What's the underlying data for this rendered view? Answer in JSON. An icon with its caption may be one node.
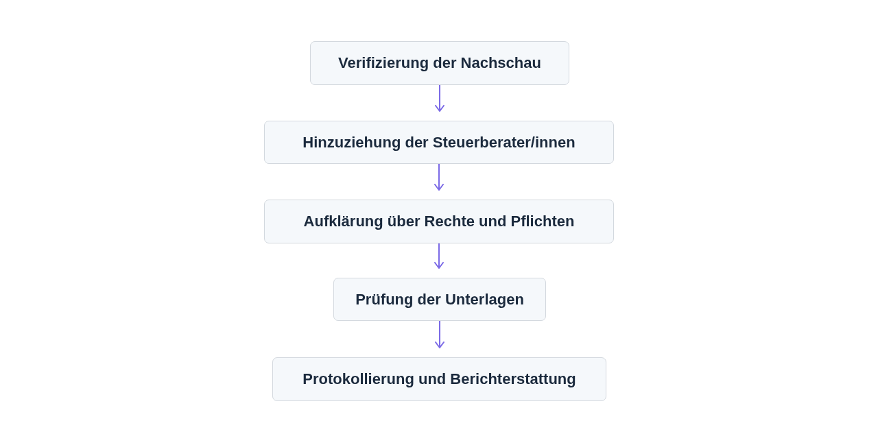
{
  "diagram": {
    "nodes": [
      {
        "text": [
          "Verifizierung der Nachschau"
        ]
      },
      {
        "text": [
          "Hinzuziehung der Steuerberater/innen"
        ]
      },
      {
        "text": [
          "Aufklärung über Rechte und Pflichten"
        ]
      },
      {
        "text": [
          "Prüfung der Unterlagen"
        ]
      },
      {
        "text": [
          "Protokollierung und Berichterstattung"
        ]
      }
    ],
    "edges": [
      {
        "from": 0,
        "to": 1,
        "arrow": "to"
      },
      {
        "from": 1,
        "to": 2,
        "arrow": "to"
      },
      {
        "from": 2,
        "to": 3,
        "arrow": "to"
      },
      {
        "from": 3,
        "to": 4,
        "arrow": "to"
      }
    ]
  }
}
